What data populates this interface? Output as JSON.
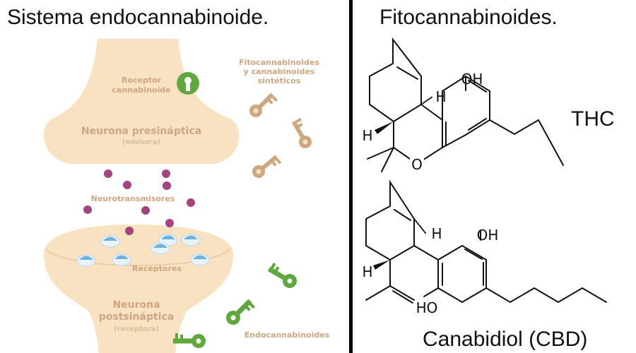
{
  "left": {
    "title": "Sistema endocannabinoide.",
    "receptor_label": [
      "Receptor",
      "cannabinoide"
    ],
    "presynaptic": {
      "name": "Neurona presináptica",
      "role": "(emisora)"
    },
    "phyto_label": [
      "Fitocannabinoides",
      "y cannabinoides",
      "sintéticos"
    ],
    "neurotransmitters_label": "Neurotransmisores",
    "receptors_label": "Receptores",
    "postsynaptic": {
      "name": [
        "Neurona",
        "postsináptica"
      ],
      "role": "(receptora)"
    },
    "endo_label": "Endocannabinoides"
  },
  "right": {
    "title": "Fitocannabinoides.",
    "thc": {
      "name": "THC",
      "atoms": {
        "oh": "OH",
        "h_top": "H",
        "h_left": "H",
        "o": "O"
      }
    },
    "cbd": {
      "name": "Canabidiol (CBD)",
      "atoms": {
        "oh_top": "OH",
        "ho_bottom": "HO",
        "h_top": "H",
        "h_left": "H"
      }
    }
  },
  "colors": {
    "neuron": "#f8e2c1",
    "neuron_text": "#cda77f",
    "key_tan": "#cda77f",
    "dot_purple": "#a3437f",
    "receptor_blue": "#6fb2d9",
    "key_green": "#5ea83d"
  }
}
